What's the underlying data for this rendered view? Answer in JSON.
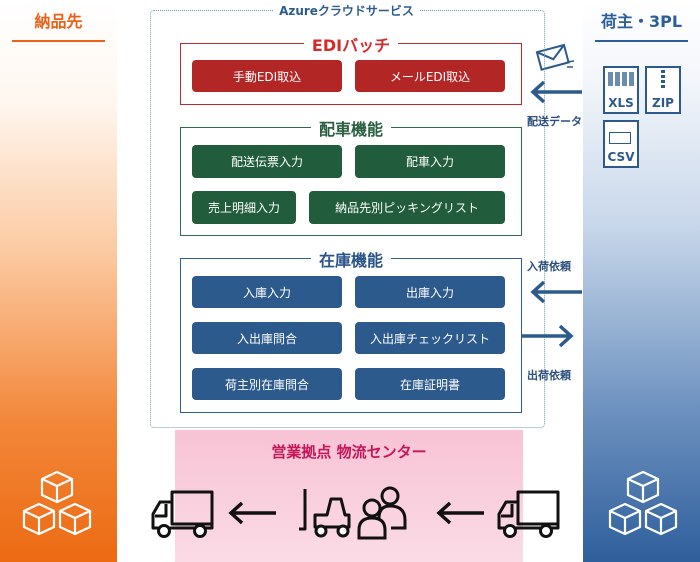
{
  "left": {
    "title": "納品先"
  },
  "right": {
    "title": "荷主・3PL"
  },
  "azure": {
    "title": "Azureクラウドサービス"
  },
  "edi": {
    "title": "EDIバッチ",
    "buttons": [
      "手動EDI取込",
      "メールEDI取込"
    ]
  },
  "haisha": {
    "title": "配車機能",
    "buttons": [
      "配送伝票入力",
      "配車入力",
      "売上明細入力",
      "納品先別ピッキングリスト"
    ]
  },
  "zaiko": {
    "title": "在庫機能",
    "buttons": [
      "入庫入力",
      "出庫入力",
      "入出庫問合",
      "入出庫チェックリスト",
      "荷主別在庫問合",
      "在庫証明書"
    ]
  },
  "labels": {
    "delivery_data": "配送データ",
    "inbound_request": "入荷依頼",
    "outbound_request": "出荷依頼"
  },
  "files": [
    "XLS",
    "ZIP",
    "CSV"
  ],
  "center": {
    "title": "営業拠点 物流センター"
  },
  "colors": {
    "orange": "#ec6a12",
    "blue": "#2f5f9c",
    "edi_red": "#b32626",
    "green": "#215c3c",
    "stock_blue": "#2d5a8c",
    "pink_title": "#c4175a"
  },
  "icons": [
    "boxes-icon",
    "mail-icon",
    "xls-file-icon",
    "zip-file-icon",
    "csv-file-icon",
    "truck-icon",
    "forklift-icon",
    "workers-icon",
    "arrow-left-icon",
    "arrow-right-icon"
  ]
}
